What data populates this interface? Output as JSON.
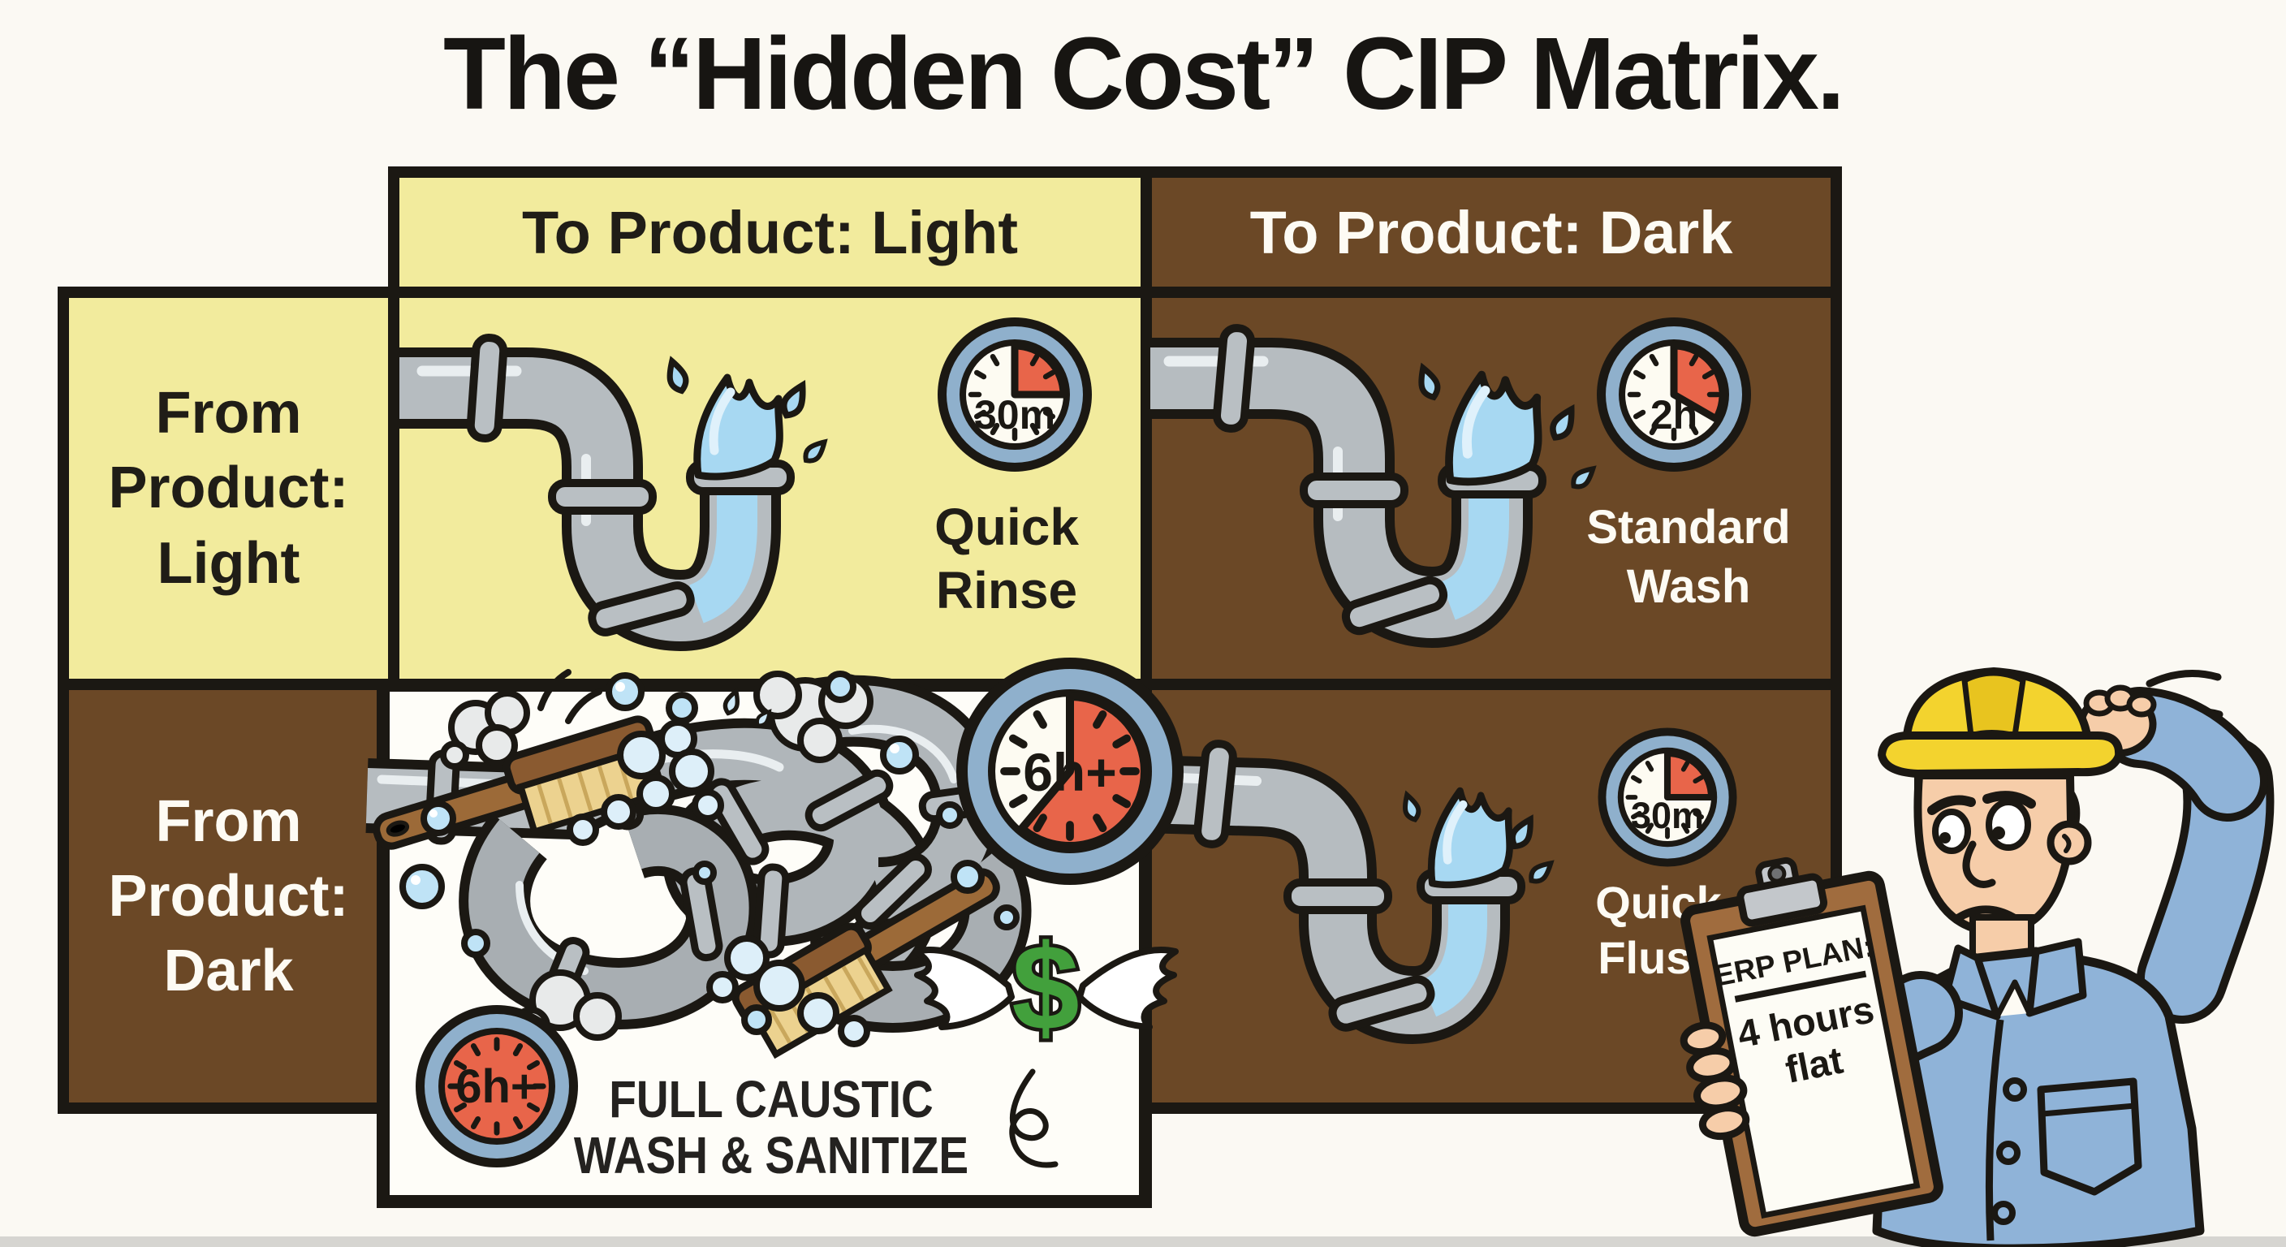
{
  "title": "The “Hidden Cost” CIP Matrix.",
  "columns": [
    {
      "label": "To Product: Light"
    },
    {
      "label": "To Product: Dark"
    }
  ],
  "rows": [
    {
      "label_lines": [
        "From",
        "Product:",
        "Light"
      ]
    },
    {
      "label_lines": [
        "From",
        "Product:",
        "Dark"
      ]
    }
  ],
  "cells": {
    "light_light": {
      "time": "30m",
      "label_lines": [
        "Quick",
        "Rinse"
      ]
    },
    "light_dark": {
      "time": "2h",
      "label_lines": [
        "Standard",
        "Wash"
      ]
    },
    "dark_light": {
      "time_large": "6h+",
      "time_small": "6h+",
      "label_lines": [
        "FULL CAUSTIC",
        "WASH & SANITIZE"
      ],
      "currency_symbol": "$"
    },
    "dark_dark": {
      "time": "30m",
      "label_lines": [
        "Quick",
        "Flush"
      ]
    }
  },
  "clipboard": {
    "heading": "ERP PLAN:",
    "lines": [
      "4 hours",
      "flat"
    ]
  },
  "colors": {
    "yellow_cell": "#f2eb9d",
    "brown_cell": "#6b4826",
    "white_cell": "#fefdf8",
    "clock_red": "#e8654a",
    "clock_ring_blue": "#8fb0cc",
    "pipe_gray": "#b6bcc0",
    "water_blue": "#a7d8f2",
    "dollar_green": "#42a03c",
    "hardhat_yellow": "#f3d32e",
    "shirt_blue": "#8fb3d8",
    "outline_black": "#1b1813"
  }
}
